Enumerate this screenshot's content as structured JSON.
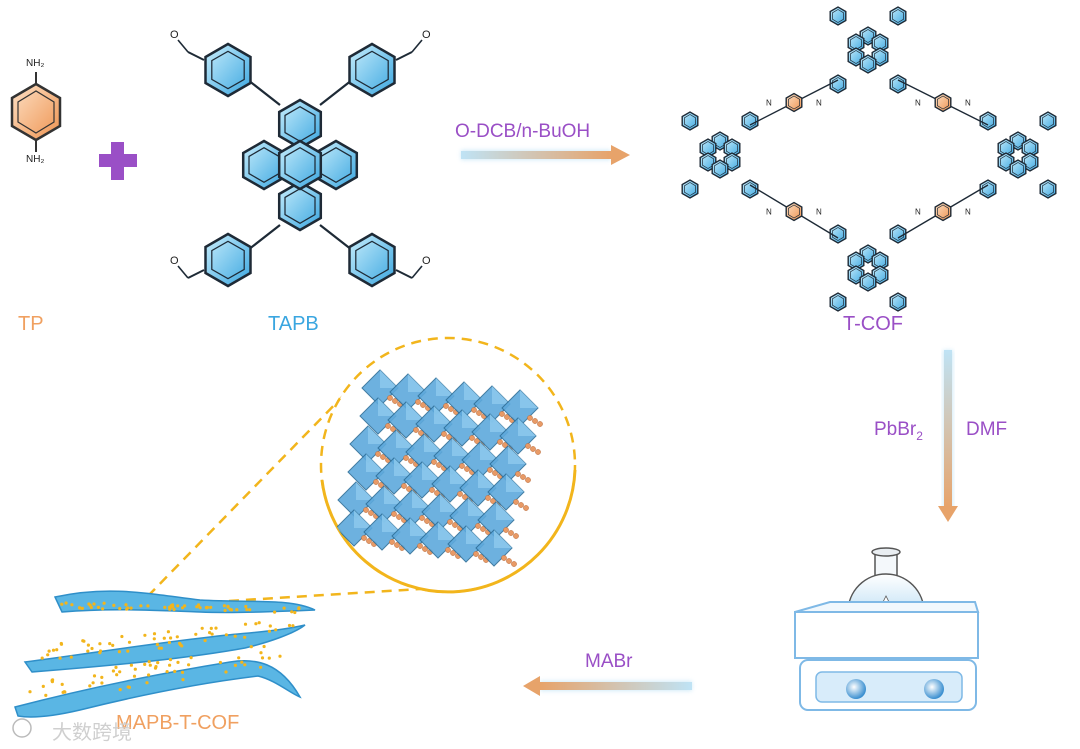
{
  "labels": {
    "tp": "TP",
    "tapb": "TAPB",
    "tcof": "T-COF",
    "solvent": "O-DCB/n-BuOH",
    "pbbr": "PbBr",
    "pbbr_sub": "2",
    "dmf": "DMF",
    "mabr": "MABr",
    "product": "MAPB-T-COF",
    "nh2": "NH₂",
    "o": "O",
    "n": "N",
    "watermark": "大数跨境"
  },
  "colors": {
    "orange": "#f0a060",
    "blue": "#3aa6e0",
    "purple": "#9a4fc6",
    "gold": "#f2b51c"
  }
}
